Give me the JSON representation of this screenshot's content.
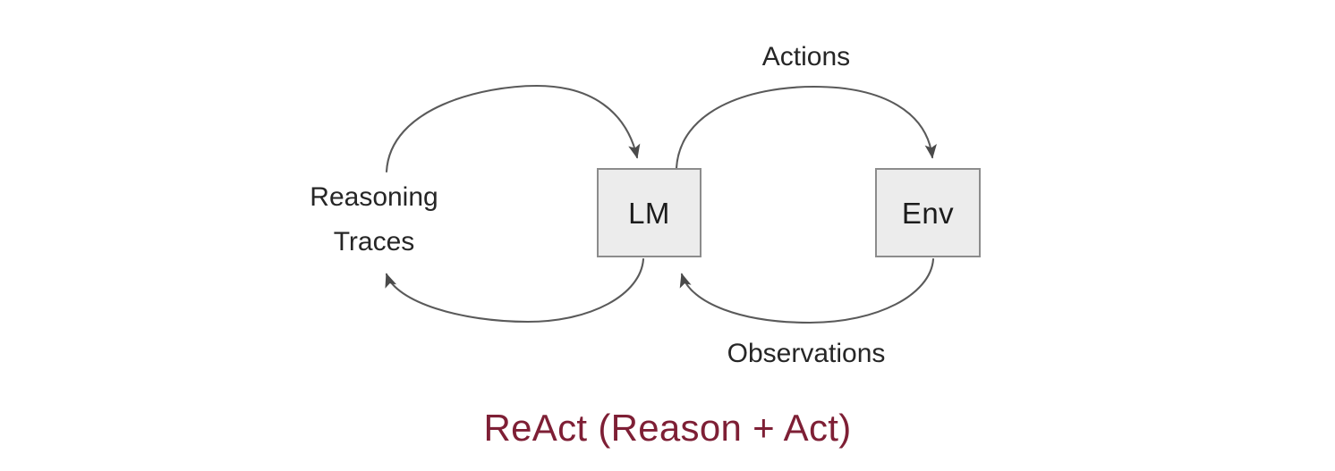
{
  "diagram": {
    "title": "ReAct (Reason + Act)",
    "caption_color": "#7e1f35",
    "background_color": "#ffffff",
    "stroke_color": "#575757",
    "nodes": [
      {
        "id": "lm",
        "label": "LM",
        "fill": "#ececec",
        "border": "#8c8c8c"
      },
      {
        "id": "env",
        "label": "Env",
        "fill": "#ececec",
        "border": "#8c8c8c"
      }
    ],
    "edges": [
      {
        "id": "reasoning-traces-out",
        "label_line1": "Reasoning",
        "label_line2": "Traces",
        "from": "lm",
        "to": "lm",
        "direction": "loop-left-down"
      },
      {
        "id": "reasoning-traces-in",
        "from": "lm",
        "to": "lm",
        "direction": "loop-left-up"
      },
      {
        "id": "actions",
        "label": "Actions",
        "from": "lm",
        "to": "env",
        "direction": "top-arc-right"
      },
      {
        "id": "observations",
        "label": "Observations",
        "from": "env",
        "to": "lm",
        "direction": "bottom-arc-left"
      }
    ],
    "labels": {
      "actions": "Actions",
      "observations": "Observations",
      "reasoning_line1": "Reasoning",
      "reasoning_line2": "Traces"
    }
  }
}
